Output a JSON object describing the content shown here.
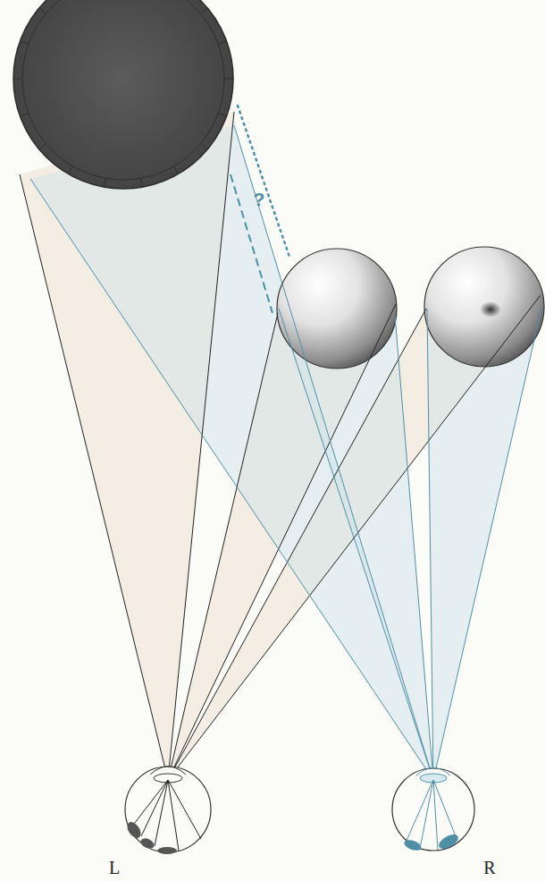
{
  "diagram": {
    "labels": [
      "?",
      "L",
      "R"
    ]
  }
}
